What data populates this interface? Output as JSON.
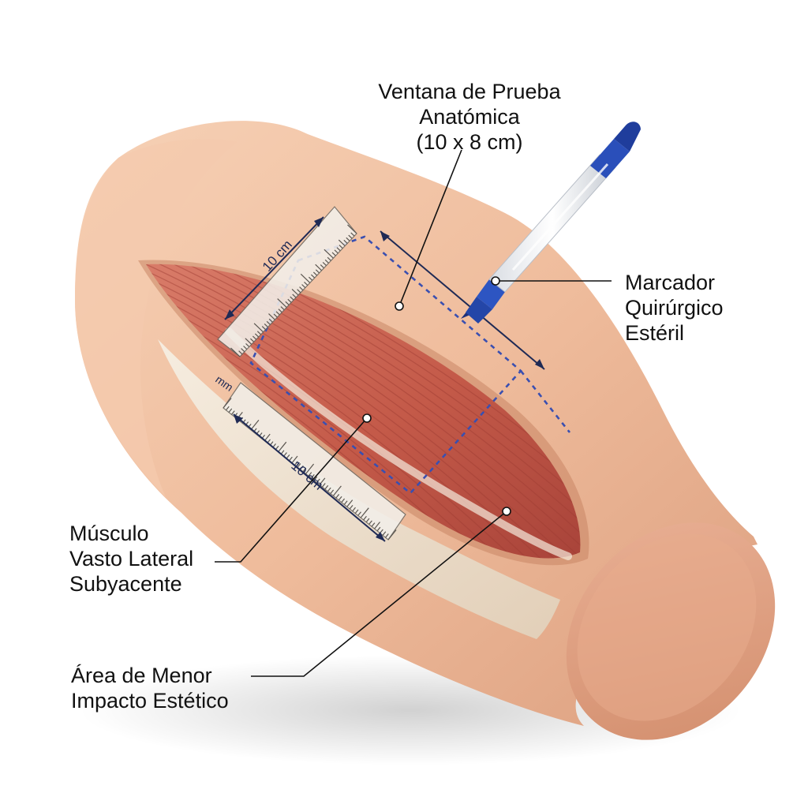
{
  "labels": {
    "test_window": [
      "Ventana de Prueba",
      "Anatómica",
      "(10 x 8 cm)"
    ],
    "surgical_marker": [
      "Marcador",
      "Quirúrgico",
      "Estéril"
    ],
    "muscle": [
      "Músculo",
      "Vasto Lateral",
      "Subyacente"
    ],
    "aesthetic_area": [
      "Área de Menor",
      "Impacto Estético"
    ]
  },
  "rulers": {
    "top_measure": "10 cm",
    "bottom_measure": "10 cm",
    "bottom_unit": "mm"
  },
  "colors": {
    "skin": "#efbc9c",
    "skin_shadow": "#d99a78",
    "muscle": "#c8604f",
    "tendon": "#efe3d2",
    "marker_blue": "#2446a8",
    "dashed_outline": "#3a4fb0"
  }
}
